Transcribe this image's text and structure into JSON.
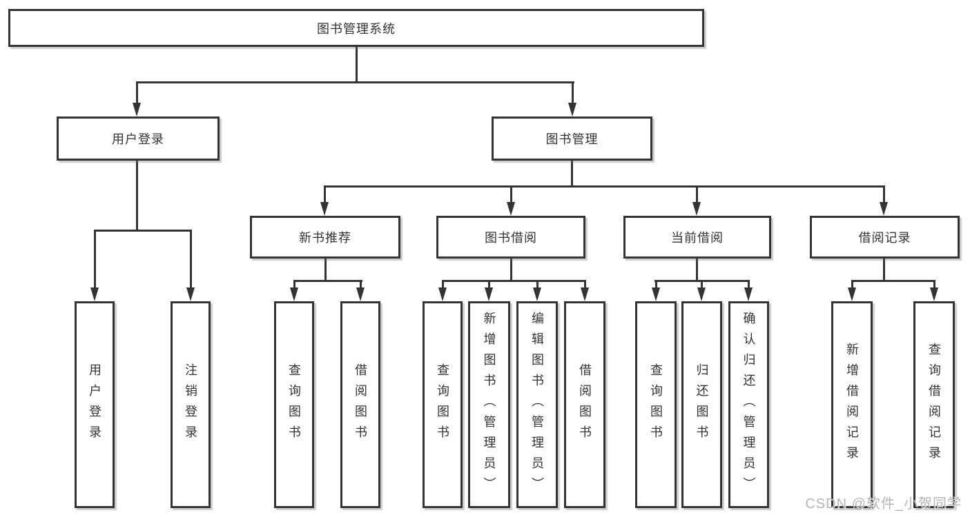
{
  "diagram": {
    "watermark": "CSDN @软件_小贺同学",
    "colors": {
      "line": "#333333",
      "text": "#333333",
      "background": "#ffffff",
      "watermark": "#b5b5b5"
    },
    "root": {
      "label": "图书管理系统",
      "children": [
        {
          "label": "用户登录",
          "children": [
            {
              "label": "用户登录"
            },
            {
              "label": "注销登录"
            }
          ]
        },
        {
          "label": "图书管理",
          "children": [
            {
              "label": "新书推荐",
              "children": [
                {
                  "label": "查询图书"
                },
                {
                  "label": "借阅图书"
                }
              ]
            },
            {
              "label": "图书借阅",
              "children": [
                {
                  "label": "查询图书"
                },
                {
                  "label": "新增图书（管理员）"
                },
                {
                  "label": "编辑图书（管理员）"
                },
                {
                  "label": "借阅图书"
                }
              ]
            },
            {
              "label": "当前借阅",
              "children": [
                {
                  "label": "查询图书"
                },
                {
                  "label": "归还图书"
                },
                {
                  "label": "确认归还（管理员）"
                }
              ]
            },
            {
              "label": "借阅记录",
              "children": [
                {
                  "label": "新增借阅记录"
                },
                {
                  "label": "查询借阅记录"
                }
              ]
            }
          ]
        }
      ]
    }
  }
}
